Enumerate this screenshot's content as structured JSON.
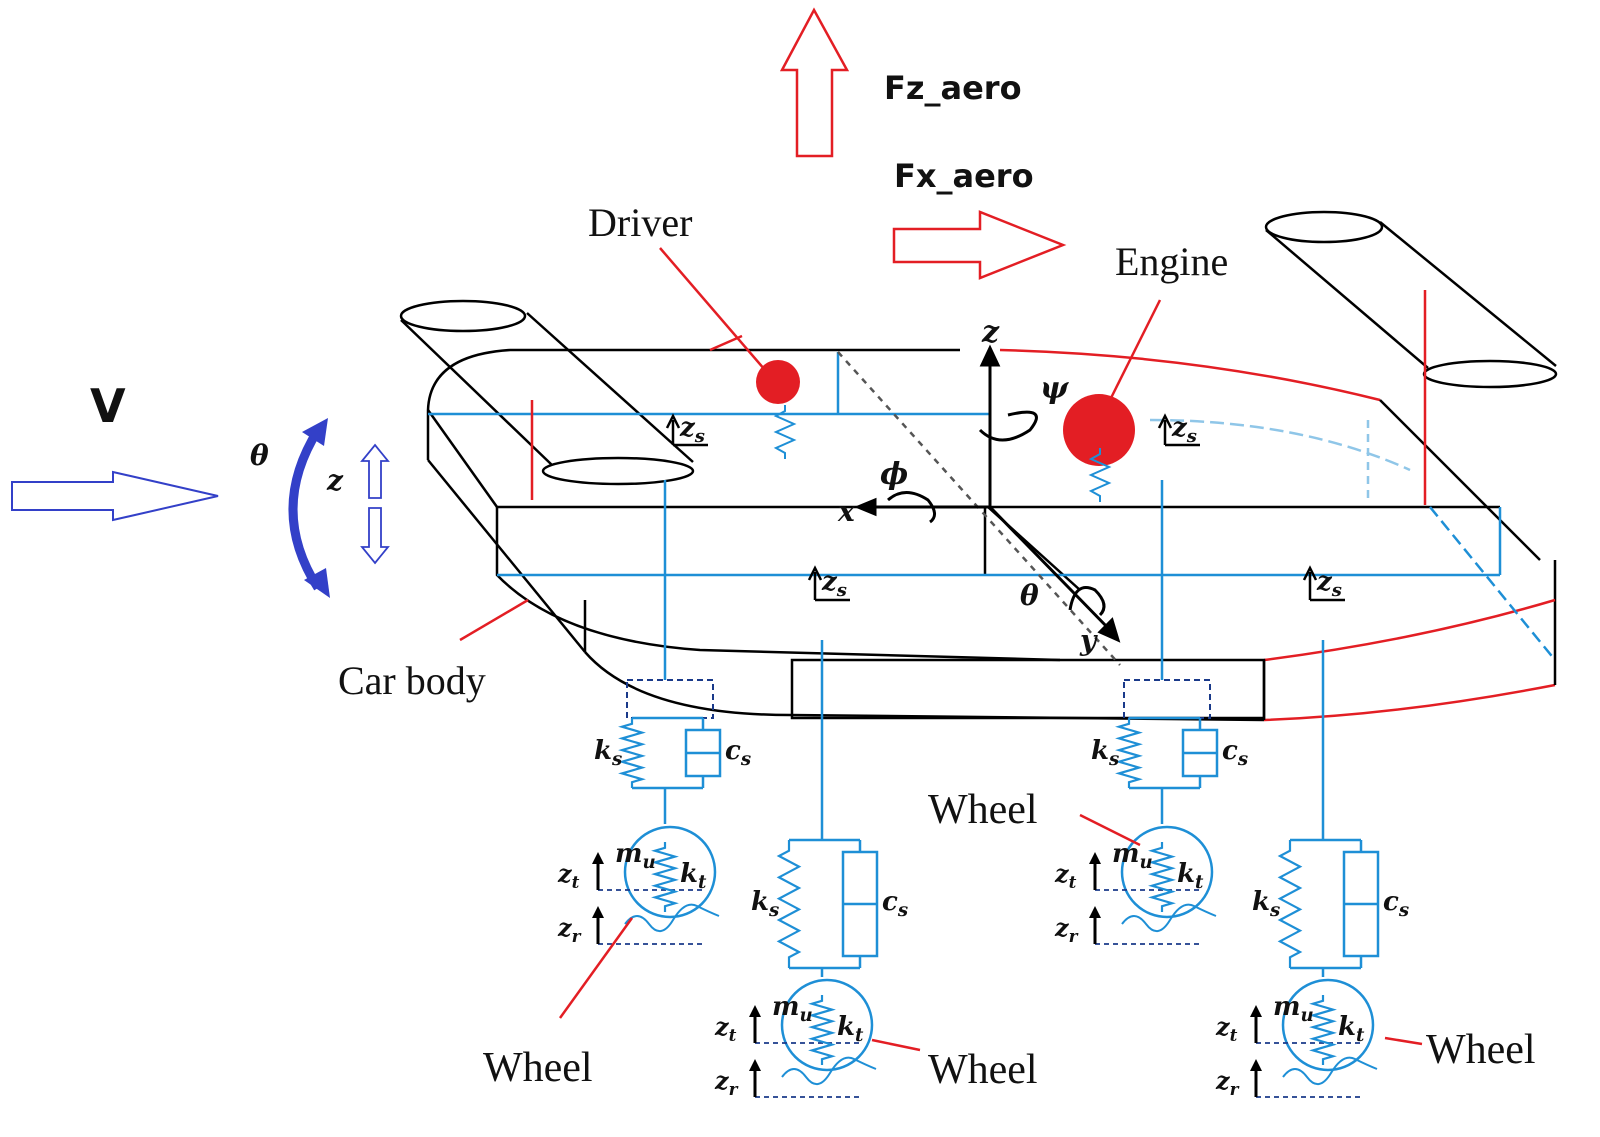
{
  "labels": {
    "fz_aero": "Fz_aero",
    "fx_aero": "Fx_aero",
    "driver": "Driver",
    "engine": "Engine",
    "car_body": "Car body",
    "wheel_1": "Wheel",
    "wheel_2": "Wheel",
    "wheel_3": "Wheel",
    "wheel_4": "Wheel",
    "velocity": "V"
  },
  "symbols": {
    "theta": "θ",
    "z": "z",
    "psi": "ψ",
    "phi": "ϕ",
    "x": "x",
    "y": "y",
    "zs": "z",
    "zs_sub": "s",
    "ks": "k",
    "ks_sub": "s",
    "cs": "c",
    "cs_sub": "s",
    "mu": "m",
    "mu_sub": "u",
    "kt": "k",
    "kt_sub": "t",
    "zt": "z",
    "zt_sub": "t",
    "zr": "z",
    "zr_sub": "r"
  },
  "colors": {
    "red": "#e31e24",
    "blue": "#1e8fd6",
    "dark_blue": "#3340c8",
    "black": "#000000"
  }
}
